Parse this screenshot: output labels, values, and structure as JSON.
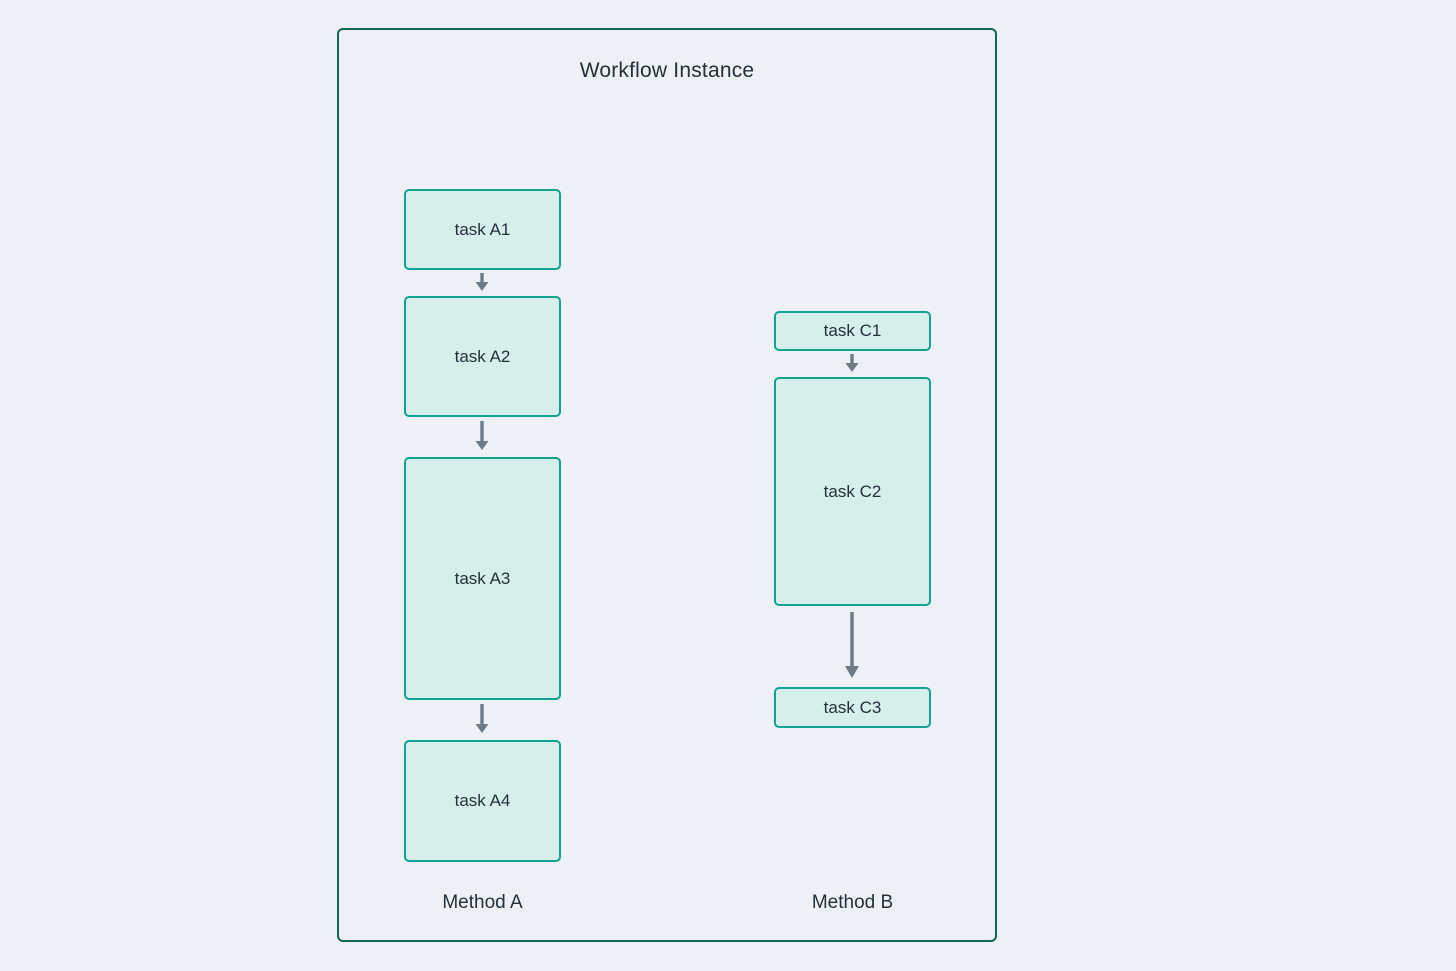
{
  "diagram": {
    "title": "Workflow Instance",
    "methods": [
      {
        "label": "Method A",
        "tasks": [
          {
            "label": "task A1"
          },
          {
            "label": "task A2"
          },
          {
            "label": "task A3"
          },
          {
            "label": "task A4"
          }
        ]
      },
      {
        "label": "Method B",
        "tasks": [
          {
            "label": "task C1"
          },
          {
            "label": "task C2"
          },
          {
            "label": "task C3"
          }
        ]
      }
    ],
    "icons": {
      "connector": "arrow-down-icon"
    },
    "colors": {
      "background": "#edf1f5",
      "container_border": "#156458",
      "task_fill": "#d7efea",
      "task_border": "#12a38f",
      "arrow": "#6f7a87",
      "text": "#25303d"
    }
  }
}
